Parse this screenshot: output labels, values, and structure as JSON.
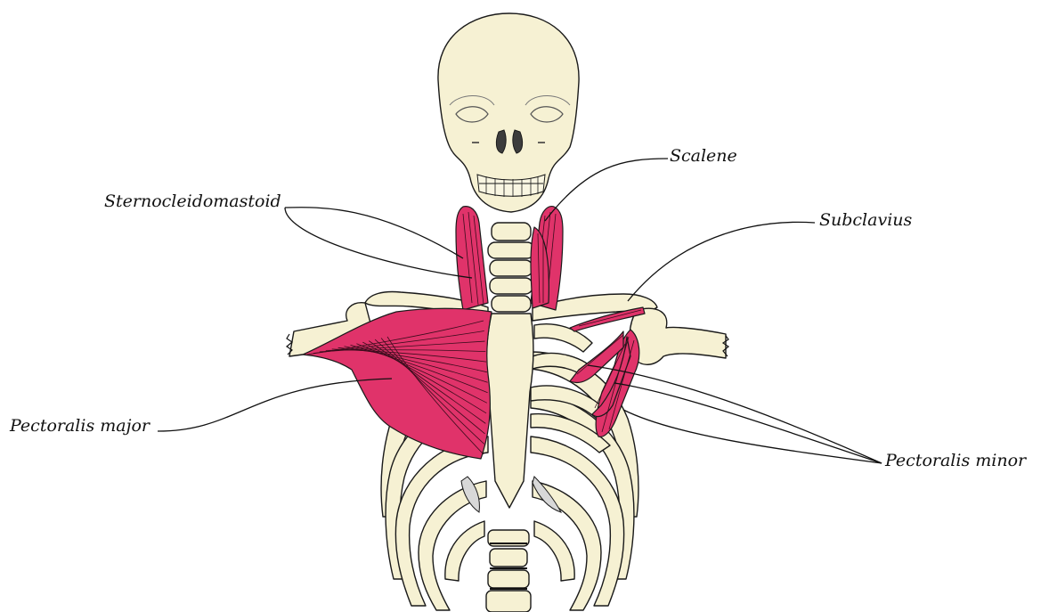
{
  "labels": {
    "scalene": "Scalene",
    "sternocleidomastoid": "Sternocleidomastoid",
    "subclavius": "Subclavius",
    "pectoralis_major": "Pectoralis major",
    "pectoralis_minor": "Pectoralis minor"
  },
  "colors": {
    "bone": "#f6f1d3",
    "muscle": "#e0336a",
    "outline": "#1a1a1a",
    "cartilage": "#d8d8d8"
  }
}
